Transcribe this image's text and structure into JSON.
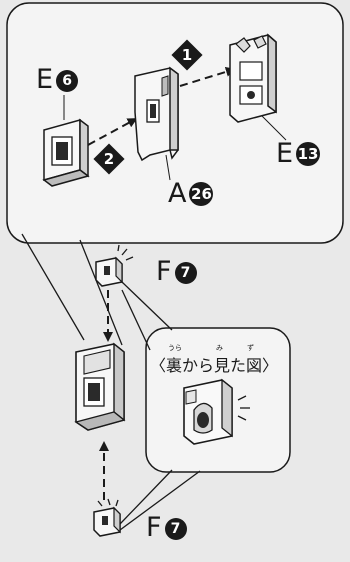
{
  "callouts": {
    "e6": {
      "letter": "E",
      "number": "6"
    },
    "a26": {
      "letter": "A",
      "number": "26"
    },
    "e13": {
      "letter": "E",
      "number": "13"
    },
    "f7_top": {
      "letter": "F",
      "number": "7"
    },
    "f7_bottom": {
      "letter": "F",
      "number": "7"
    }
  },
  "steps": {
    "step1": "1",
    "step2": "2"
  },
  "back_view": {
    "label": "〈裏から見た図〉",
    "ruby_ura": "うら",
    "ruby_mi": "み",
    "ruby_zu": "ず"
  },
  "colors": {
    "background": "#e9e9e9",
    "panel": "#f4f4f4",
    "ink": "#1a1a1a"
  }
}
